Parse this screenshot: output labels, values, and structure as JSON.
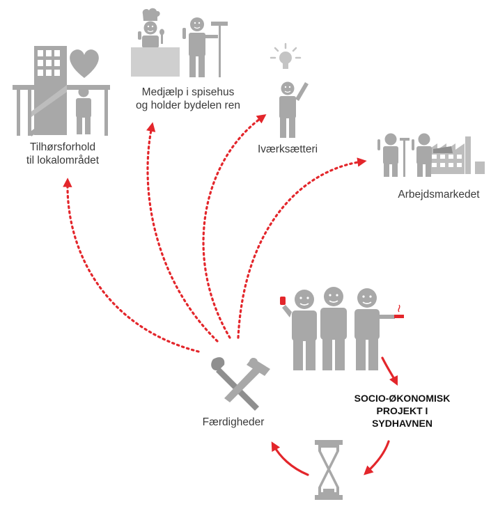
{
  "labels": {
    "belonging": [
      "Tilhørsforhold",
      "til lokalområdet"
    ],
    "dining": [
      "Medjælp i spisehus",
      "og holder bydelen ren"
    ],
    "entrepreneur": "Iværksætteri",
    "labor": "Arbejdsmarkedet",
    "skills": "Færdigheder",
    "project": [
      "SOCIO-ØKONOMISK",
      "PROJEKT I",
      "SYDHAVNEN"
    ]
  },
  "colors": {
    "icon": "#a8a8a8",
    "icon_dark": "#8f8f8f",
    "arrow": "#e3262b",
    "text": "#3a3a3a"
  },
  "icons": [
    "building-icon",
    "heart-icon",
    "person-icon",
    "chef-icon",
    "counter-icon",
    "broom-icon",
    "lightbulb-icon",
    "factory-icon",
    "saw-icon",
    "tools-icon",
    "hourglass-icon",
    "cigarette-icon"
  ]
}
